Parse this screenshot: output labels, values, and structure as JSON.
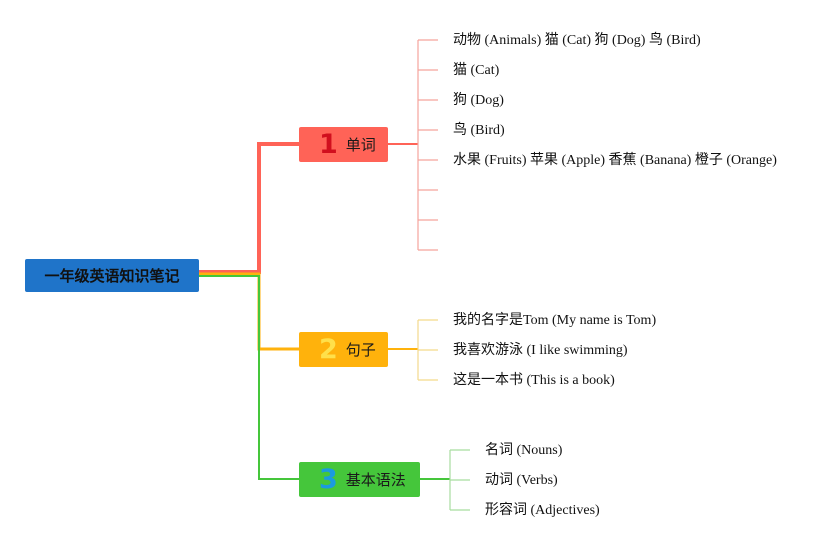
{
  "root": {
    "label": "一年级英语知识笔记"
  },
  "colors": {
    "root": "#1f74c9",
    "topic1": "#ff6357",
    "topic2": "#ffb20c",
    "topic3": "#45c63b"
  },
  "topics": [
    {
      "number": "1",
      "label": "单词",
      "leaves": [
        "动物 (Animals) 猫 (Cat) 狗 (Dog) 鸟 (Bird)",
        "猫 (Cat)",
        "狗 (Dog)",
        "鸟 (Bird)",
        "水果 (Fruits) 苹果 (Apple) 香蕉 (Banana) 橙子 (Orange)",
        "",
        "",
        ""
      ]
    },
    {
      "number": "2",
      "label": "句子",
      "leaves": [
        "我的名字是Tom (My name is Tom)",
        "我喜欢游泳 (I like swimming)",
        "这是一本书 (This is a book)"
      ]
    },
    {
      "number": "3",
      "label": "基本语法",
      "leaves": [
        "名词 (Nouns)",
        "动词 (Verbs)",
        "形容词 (Adjectives)"
      ]
    }
  ]
}
